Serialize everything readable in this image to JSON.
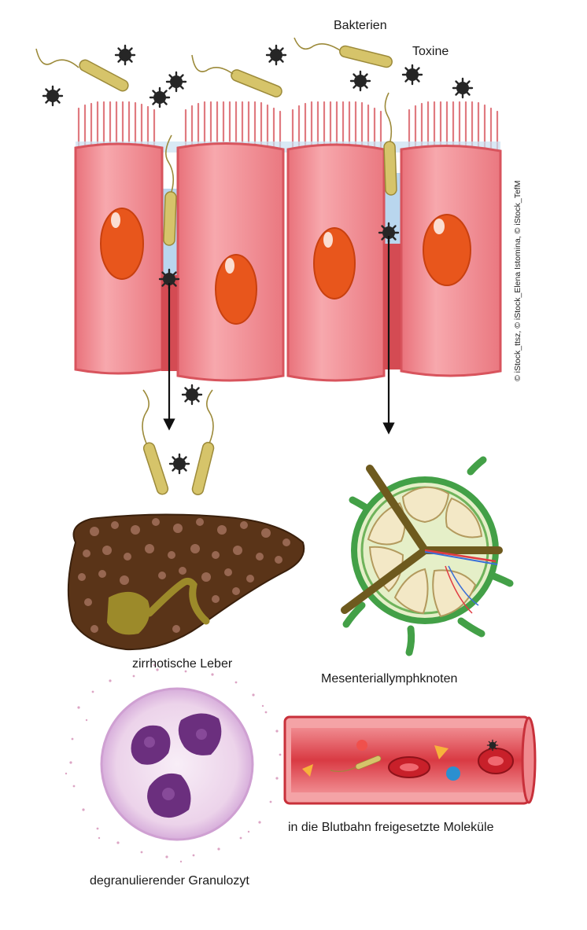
{
  "labels": {
    "bacteria": "Bakterien",
    "toxins": "Toxine",
    "liver": "zirrhotische Leber",
    "lymph_node": "Mesenteriallymphknoten",
    "granulocyte": "degranulierender Granulozyt",
    "blood_molecules": "in die Blutbahn freigesetzte Moleküle"
  },
  "credit": "© iStock_ttsz, © iStock_Elena Istomina, © iStock_TefM",
  "colors": {
    "cell_fill": "#f0838a",
    "cell_edge": "#d8545d",
    "nucleus": "#e8561c",
    "gap_fluid": "#b9d6ee",
    "bacterium": "#d6c46a",
    "toxin": "#262626",
    "liver": "#5a3418",
    "liver_spots": "#9b6a55",
    "lymph_green": "#43a047",
    "lymph_cream": "#f3e8c6",
    "vessel": "#e03b42",
    "granulocyte_nuclei": "#6b2f7e"
  }
}
